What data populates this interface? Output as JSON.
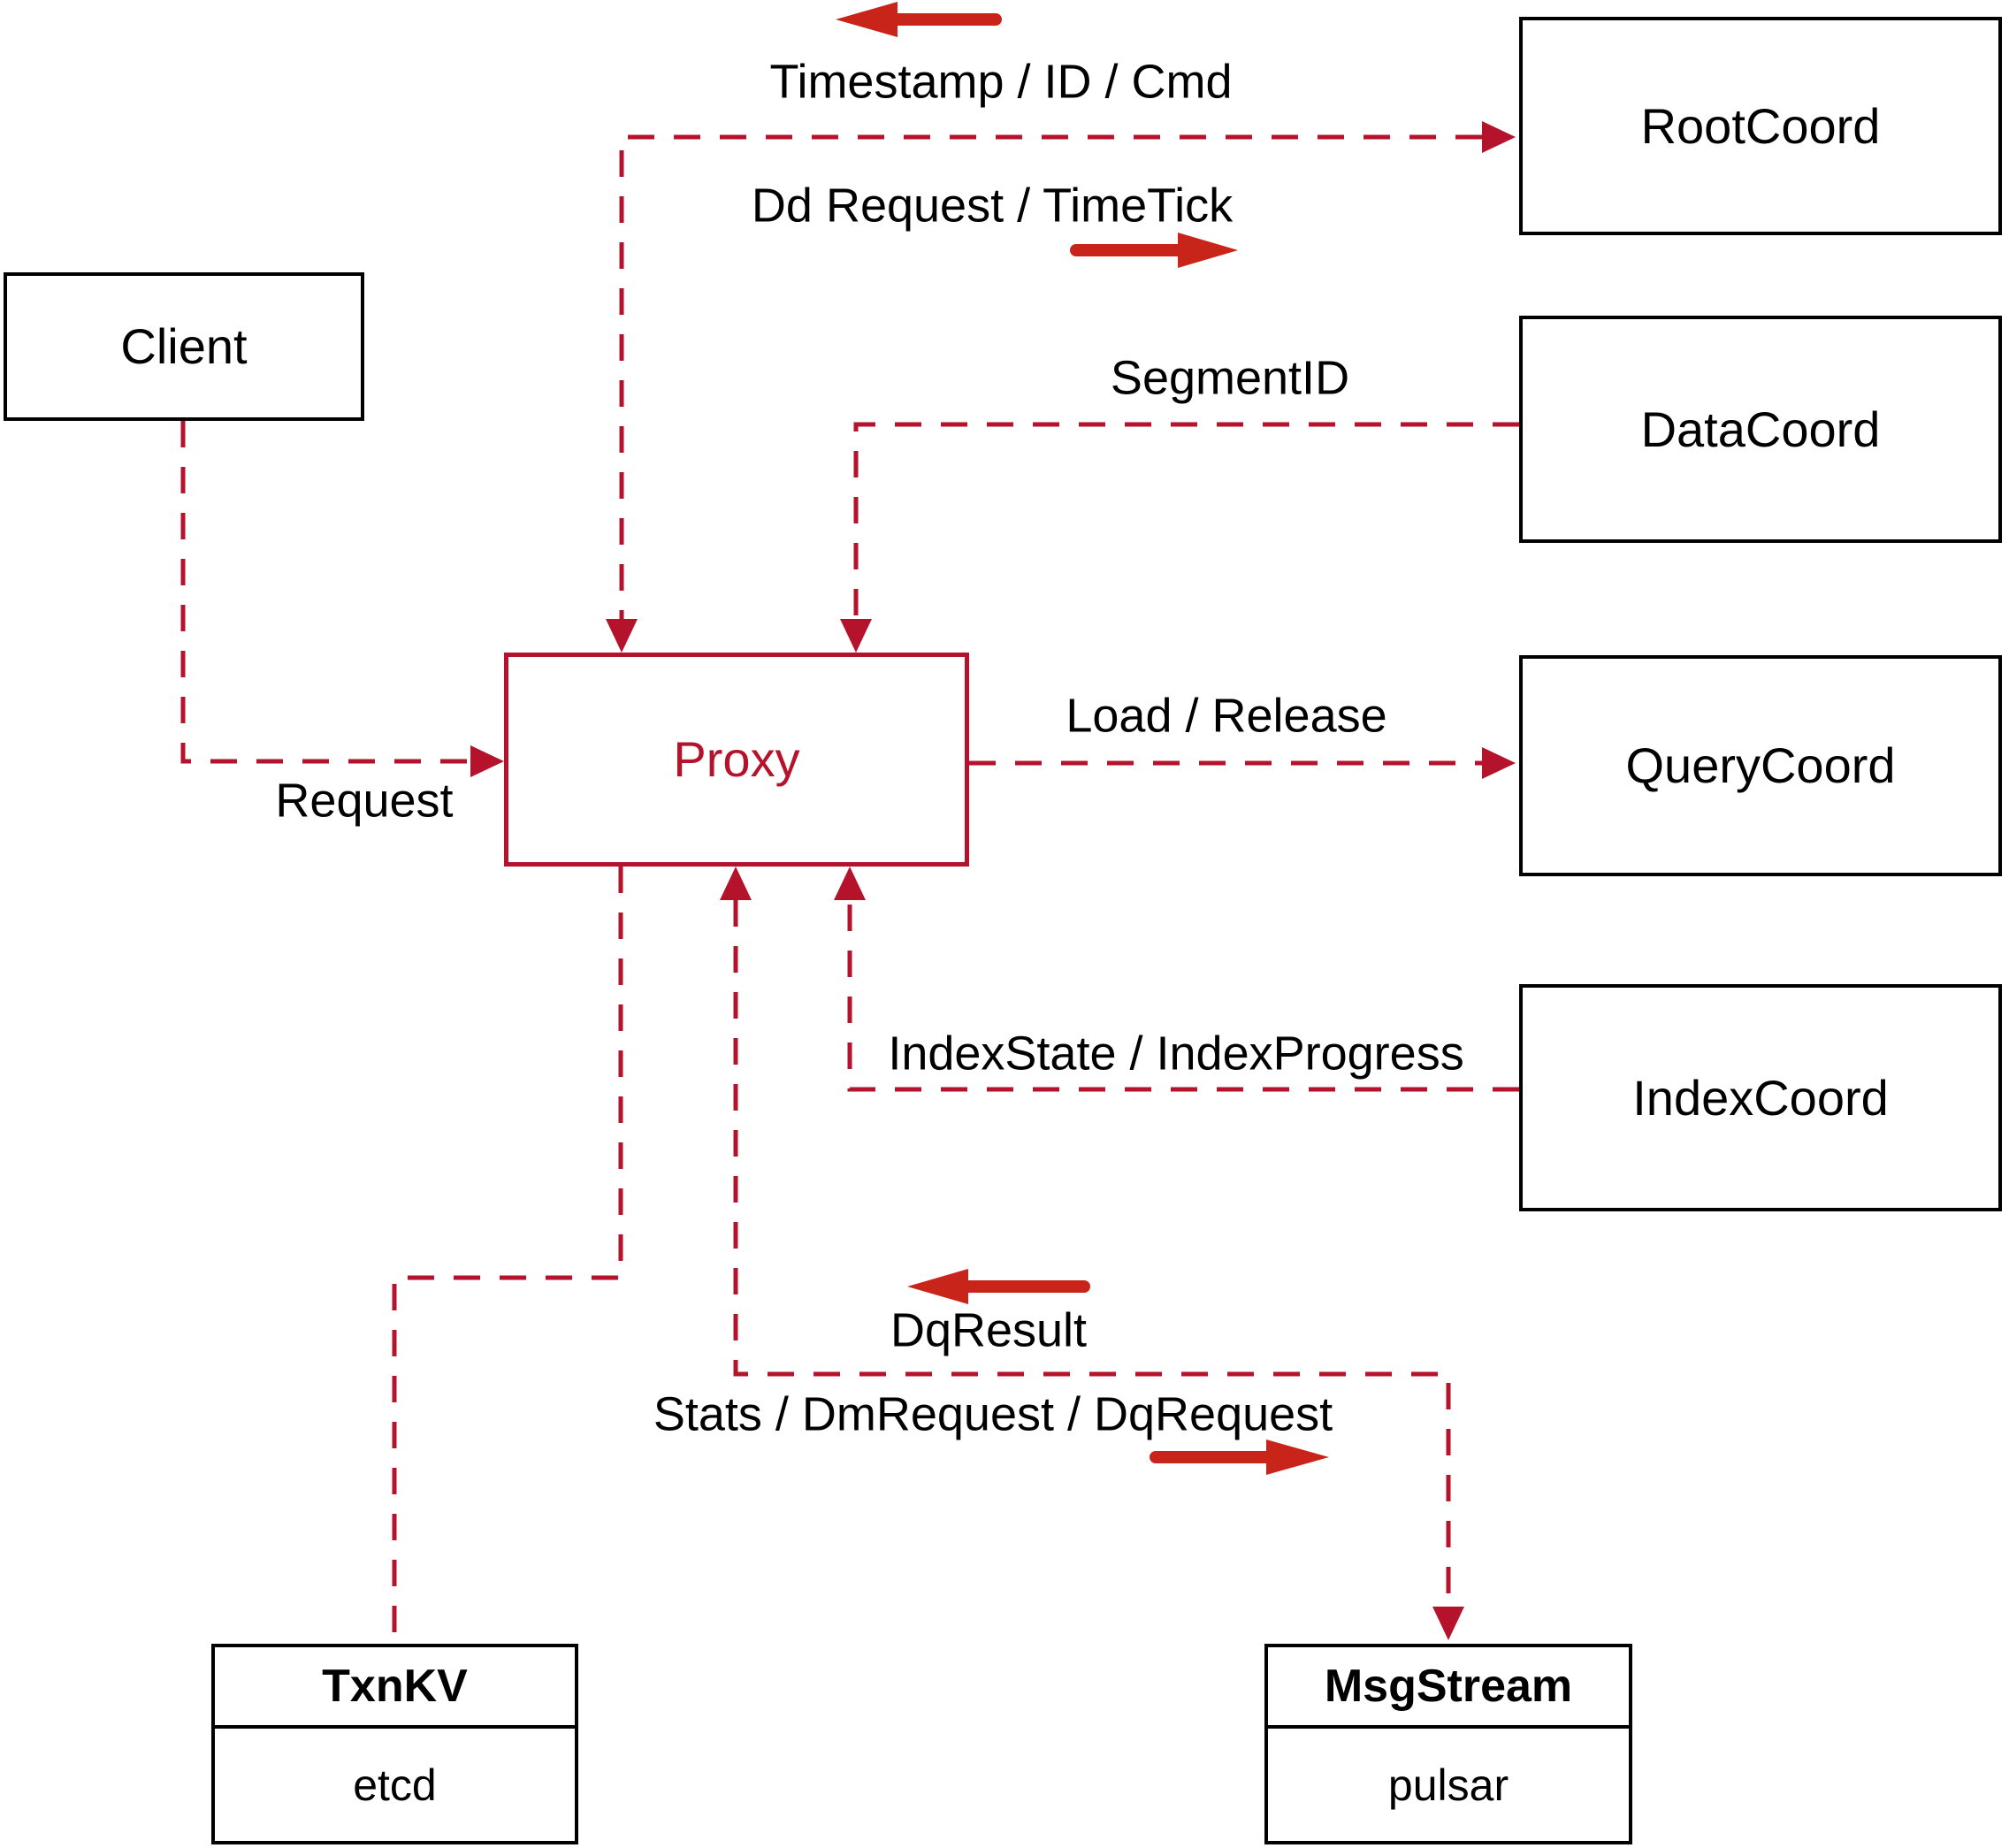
{
  "colors": {
    "connector": "#b5122b",
    "arrow": "#c9241a",
    "box_border": "#000000",
    "text": "#000000",
    "bg": "#ffffff"
  },
  "nodes": {
    "client": {
      "label": "Client"
    },
    "proxy": {
      "label": "Proxy"
    },
    "root_coord": {
      "label": "RootCoord"
    },
    "data_coord": {
      "label": "DataCoord"
    },
    "query_coord": {
      "label": "QueryCoord"
    },
    "index_coord": {
      "label": "IndexCoord"
    },
    "txn_kv": {
      "title": "TxnKV",
      "impl": "etcd"
    },
    "msg_stream": {
      "title": "MsgStream",
      "impl": "pulsar"
    }
  },
  "edges": {
    "timestamp": "Timestamp / ID / Cmd",
    "dd_request": "Dd Request / TimeTick",
    "segment_id": "SegmentID",
    "load_release": "Load / Release",
    "request": "Request",
    "index_state": "IndexState / IndexProgress",
    "dq_result": "DqResult",
    "stats": "Stats / DmRequest / DqRequest"
  }
}
